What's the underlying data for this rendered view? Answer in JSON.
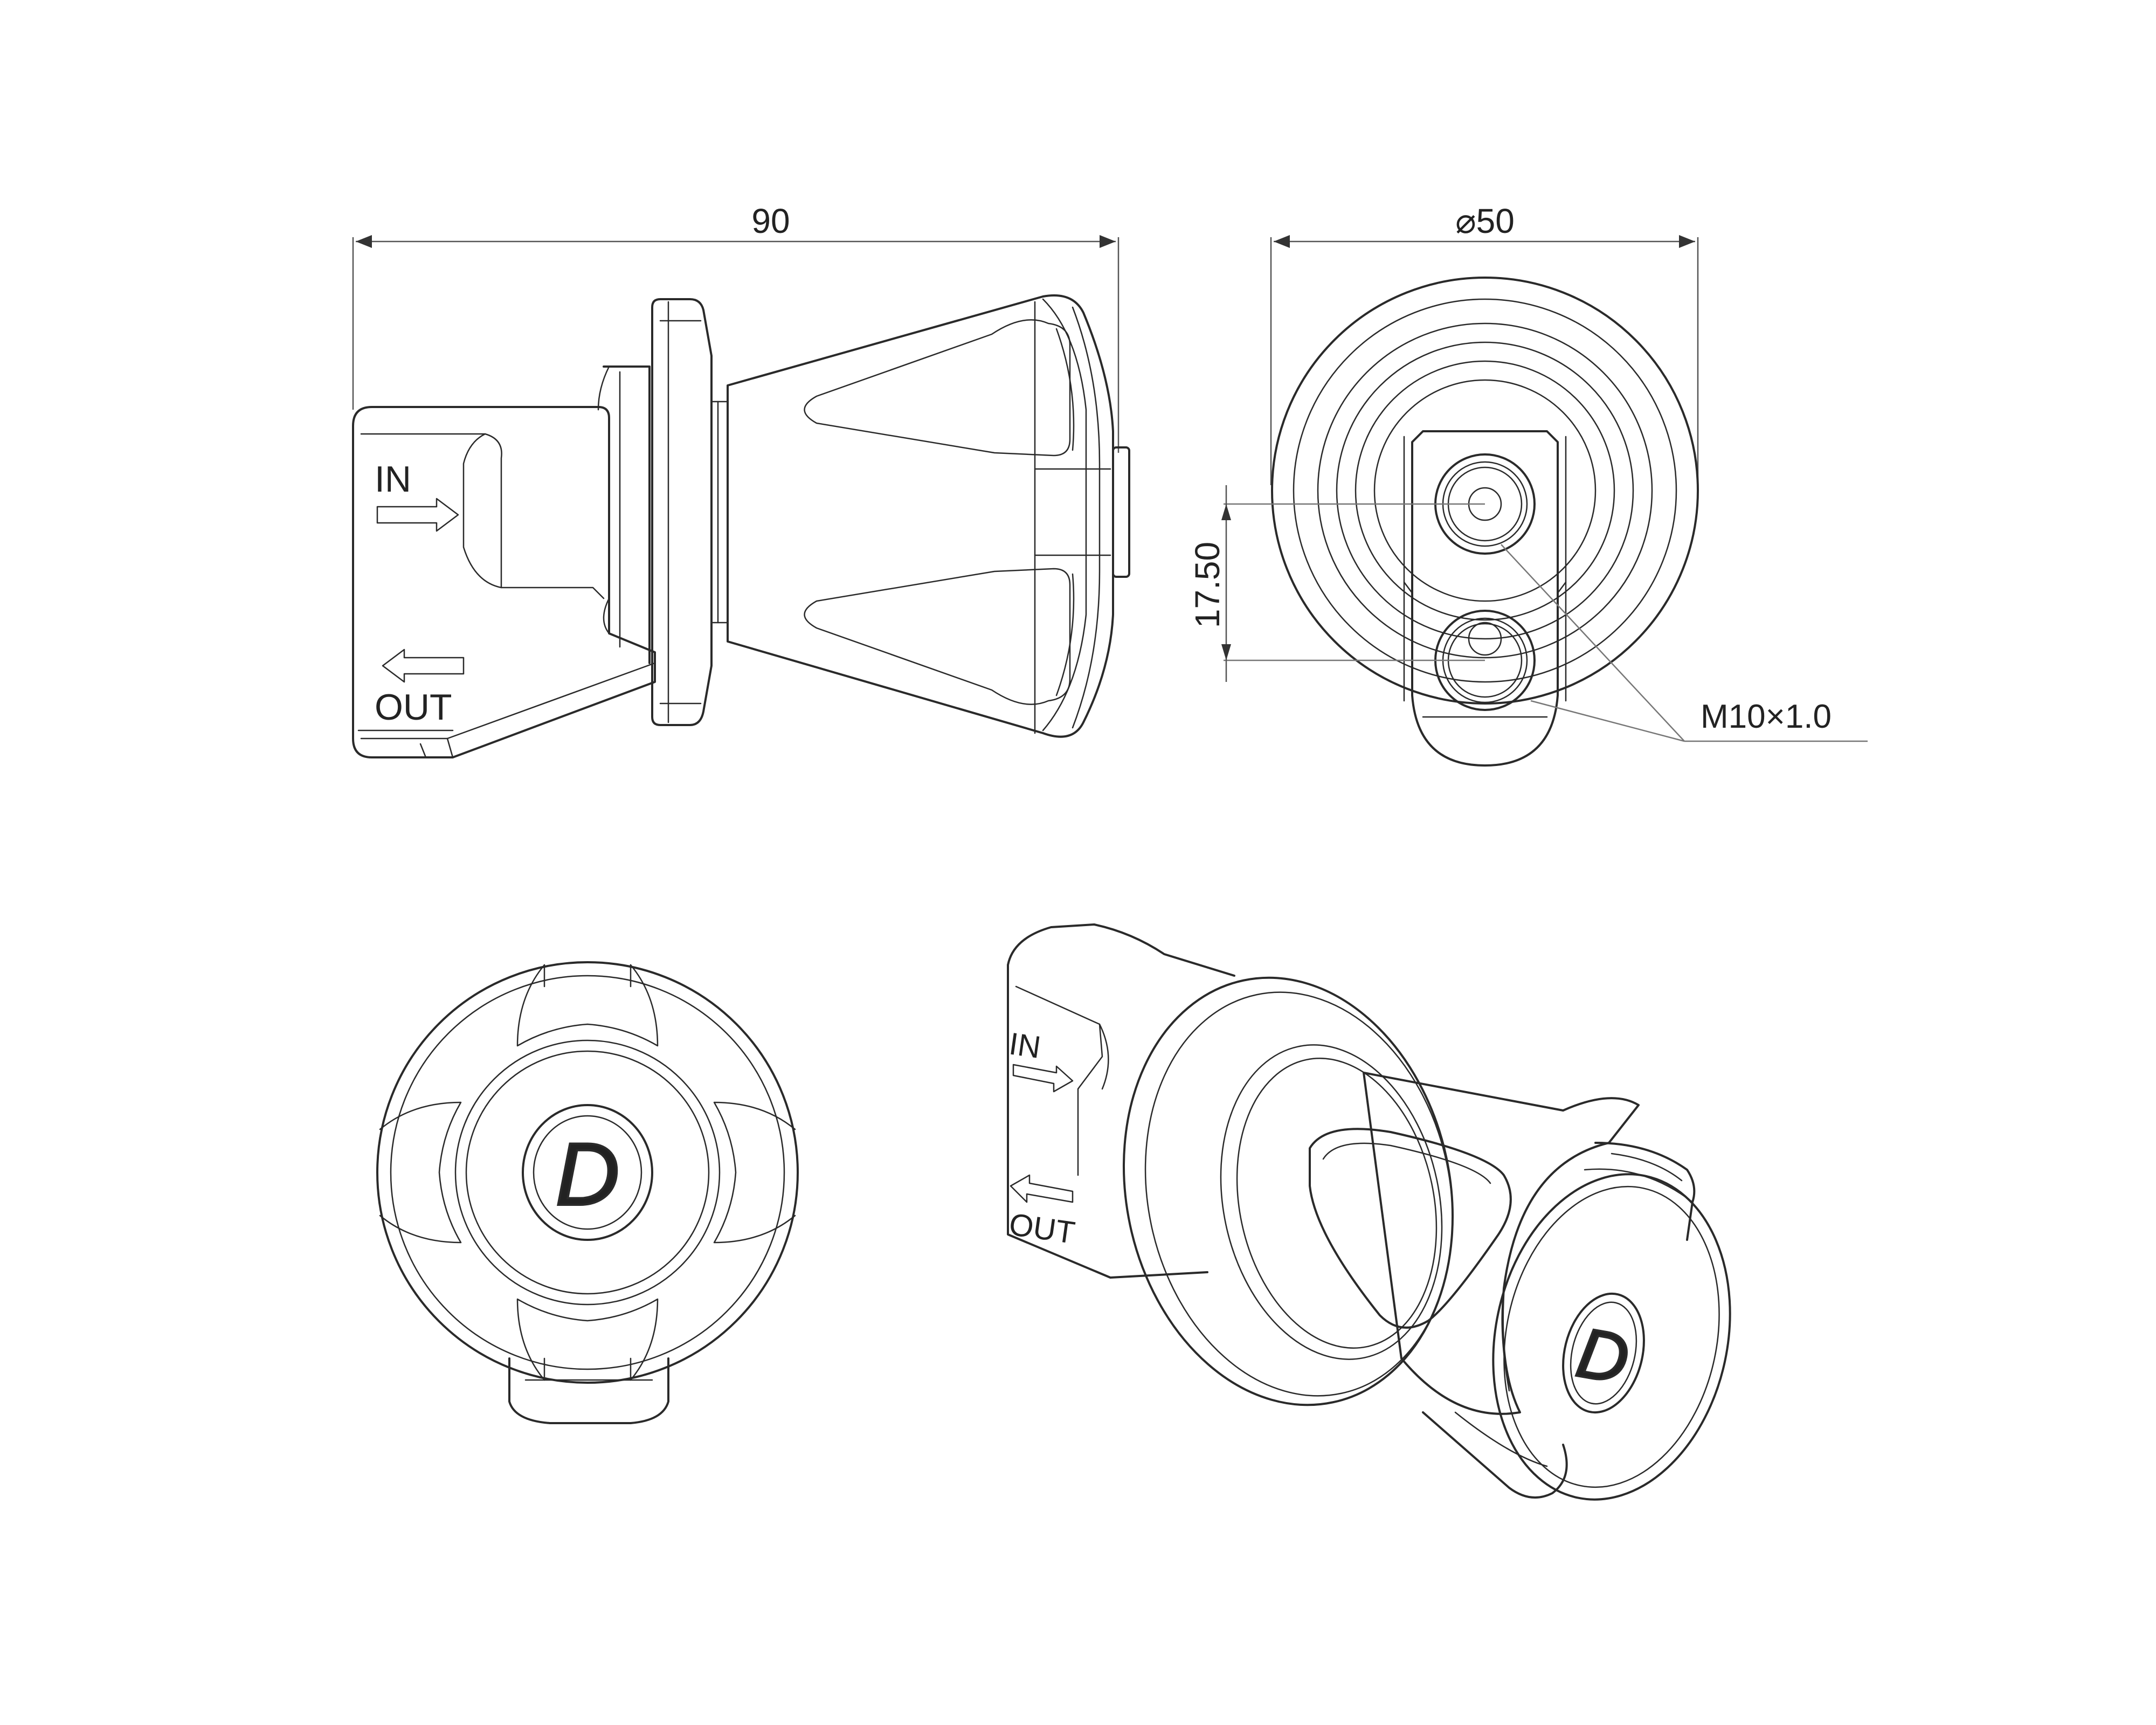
{
  "dimensions": {
    "overall_length": "90",
    "diameter": "⌀50",
    "hole_spacing": "17.50",
    "thread": "M10×1.0"
  },
  "markings": {
    "inlet": "IN",
    "outlet": "OUT",
    "logo_letter": "D"
  },
  "views": [
    "side-view",
    "end-view",
    "top-view",
    "isometric-view"
  ],
  "colors": {
    "line": "#2a2a2a",
    "dimension": "#555555",
    "background": "#ffffff"
  }
}
